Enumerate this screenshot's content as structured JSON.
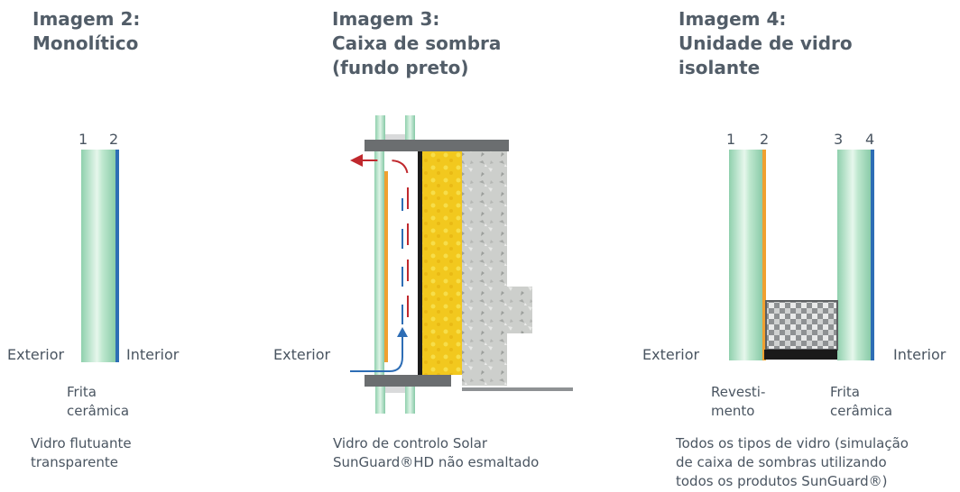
{
  "figures": [
    {
      "title": "Imagem 2:\nMonolítico",
      "numbers": [
        "1",
        "2"
      ],
      "left_label": "Exterior",
      "right_label": "Interior",
      "sublabel": "Frita\ncerâmica",
      "caption": "Vidro flutuante\ntransparente"
    },
    {
      "title": "Imagem 3:\nCaixa de sombra\n(fundo preto)",
      "left_label": "Exterior",
      "caption": "Vidro de controlo Solar\nSunGuard®HD não esmaltado"
    },
    {
      "title": "Imagem 4:\nUnidade de vidro\nisolante",
      "numbers": [
        "1",
        "2",
        "3",
        "4"
      ],
      "left_label": "Exterior",
      "right_label": "Interior",
      "sublabel_left": "Revesti-\nmento",
      "sublabel_right": "Frita\ncerâmica",
      "caption": "Todos os tipos de vidro (simulação\nde caixa de sombras utilizando\ntodos os produtos SunGuard®)"
    }
  ],
  "colors": {
    "glass": "#9ad4b4",
    "coating_blue": "#2d6db5",
    "coating_orange": "#f0a030",
    "frame_gray": "#6b6e70",
    "insulation_yellow": "#f2c81e",
    "concrete": "#c9cbc8",
    "arrow_red": "#c0282d",
    "arrow_blue": "#2d6db5",
    "spacer_black": "#1a1a1a"
  }
}
